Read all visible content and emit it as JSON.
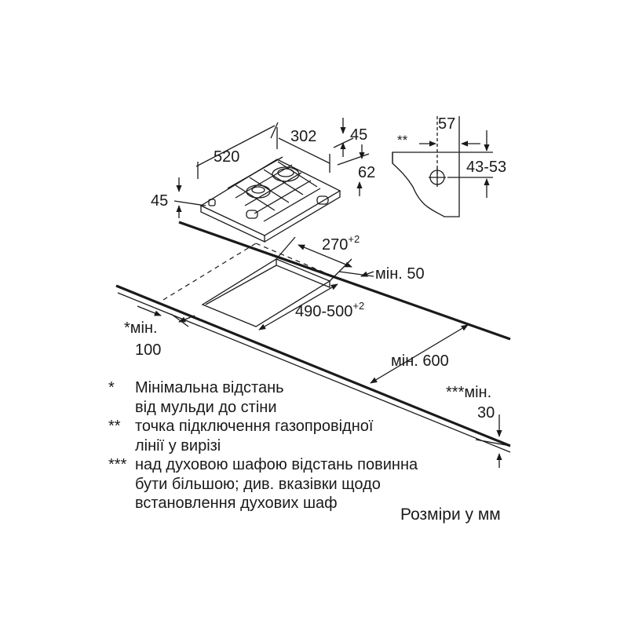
{
  "dimensions": {
    "width_520": "520",
    "width_302": "302",
    "height_45_top": "45",
    "depth_62": "62",
    "height_45_left": "45",
    "connection_57": "57",
    "connection_star": "**",
    "range_43_53": "43-53",
    "cutout_270": "270",
    "cutout_270_tol": "+2",
    "cutout_490_500": "490-500",
    "cutout_490_500_tol": "+2",
    "min_50": "мін. 50",
    "min_100_label": "*мін.",
    "min_100_value": "100",
    "min_600": "мін. 600",
    "min_30_label": "***мін.",
    "min_30_value": "30"
  },
  "notes": [
    {
      "mark": "*",
      "text": "Мінімальна відстань\nвід мульди до стіни"
    },
    {
      "mark": "**",
      "text": "точка підключення газопровідної\nлінії у вирізі"
    },
    {
      "mark": "***",
      "text": "над духовою шафою відстань повинна\nбути більшою; див. вказівки щодо\nвстановлення духових шаф"
    }
  ],
  "units_label": "Розміри у мм"
}
